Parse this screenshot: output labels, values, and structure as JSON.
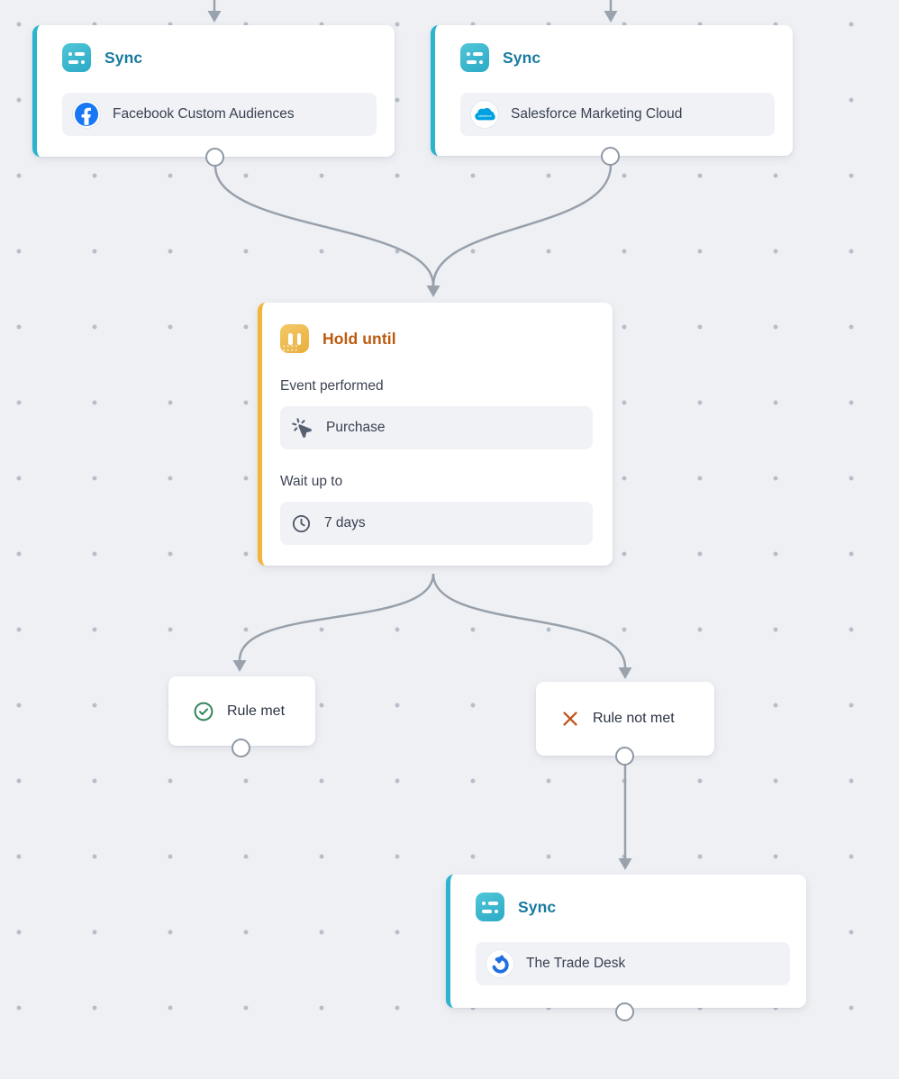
{
  "canvas": {
    "type": "journey-builder-flow",
    "background_color": "#eef0f4",
    "grid_dot_color": "#b7bec9"
  },
  "colors": {
    "sync_accent": "#2cb4cf",
    "sync_title": "#177a9f",
    "hold_accent": "#f2b53a",
    "hold_title": "#bc5a0c",
    "rule_met_green": "#2f855a",
    "rule_not_met_orange": "#c05621",
    "connector_gray": "#98a1ab",
    "facebook_blue": "#1877f2",
    "salesforce_blue": "#00a1e0",
    "trade_desk_blue": "#1f6fe0",
    "field_background": "#f0f2f6"
  },
  "nodes": {
    "sync_facebook": {
      "title": "Sync",
      "destination": "Facebook Custom Audiences"
    },
    "sync_sfmc": {
      "title": "Sync",
      "destination": "Salesforce Marketing Cloud"
    },
    "hold_until": {
      "title": "Hold until",
      "event_label": "Event performed",
      "event_value": "Purchase",
      "wait_label": "Wait up to",
      "wait_value": "7 days"
    },
    "rule_met": {
      "label": "Rule met"
    },
    "rule_not_met": {
      "label": "Rule not met"
    },
    "sync_trade_desk": {
      "title": "Sync",
      "destination": "The Trade Desk"
    }
  },
  "icons": [
    "sync-icon",
    "pause-icon",
    "facebook-icon",
    "salesforce-icon",
    "trade-desk-icon",
    "cursor-click-icon",
    "clock-icon",
    "check-circle-icon",
    "x-icon"
  ]
}
